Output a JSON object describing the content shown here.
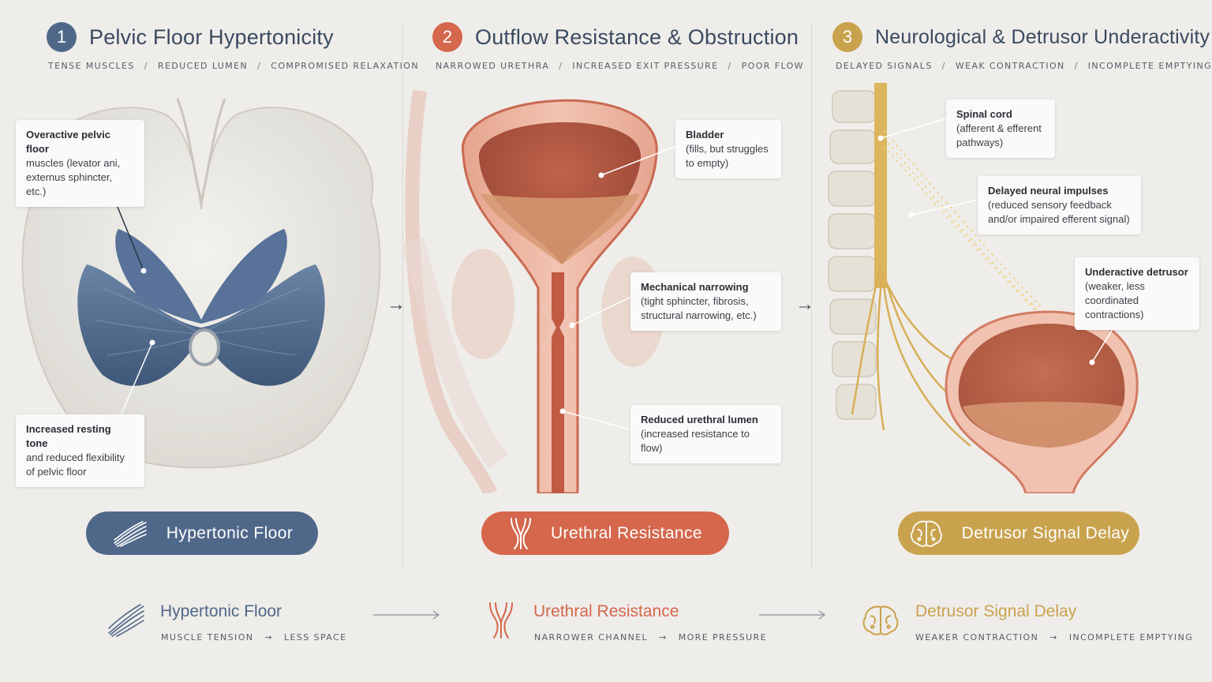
{
  "panels": [
    {
      "number": "1",
      "title": "Pelvic Floor Hypertonicity",
      "subtitle": [
        "TENSE MUSCLES",
        "REDUCED LUMEN",
        "COMPROMISED RELAXATION"
      ],
      "color": "#4f6789",
      "callouts": [
        {
          "bold": "Overactive pelvic floor",
          "text": "muscles (levator ani, externus sphincter, etc.)"
        },
        {
          "bold": "Increased resting tone",
          "text": "and reduced flexibility of pelvic floor"
        }
      ],
      "pill_label": "Hypertonic Floor",
      "icon": "muscle-fibers-icon"
    },
    {
      "number": "2",
      "title": "Outflow Resistance & Obstruction",
      "subtitle": [
        "NARROWED URETHRA",
        "INCREASED EXIT PRESSURE",
        "POOR FLOW"
      ],
      "color": "#d4674c",
      "callouts": [
        {
          "bold": "Bladder",
          "text": "(fills, but struggles to empty)"
        },
        {
          "bold": "Mechanical narrowing",
          "text": "(tight sphincter, fibrosis, structural narrowing, etc.)"
        },
        {
          "bold": "Reduced urethral lumen",
          "text": "(increased resistance to flow)"
        }
      ],
      "pill_label": "Urethral Resistance",
      "icon": "urethra-icon"
    },
    {
      "number": "3",
      "title": "Neurological & Detrusor Underactivity",
      "subtitle": [
        "DELAYED SIGNALS",
        "WEAK CONTRACTION",
        "INCOMPLETE EMPTYING"
      ],
      "color": "#c9a24e",
      "callouts": [
        {
          "bold": "Spinal cord",
          "text": "(afferent & efferent pathways)"
        },
        {
          "bold": "Delayed neural impulses",
          "text": "(reduced sensory feedback and/or impaired efferent signal)"
        },
        {
          "bold": "Underactive detrusor",
          "text": "(weaker, less coordinated contractions)"
        }
      ],
      "pill_label": "Detrusor Signal Delay",
      "icon": "brain-icon"
    }
  ],
  "summary": [
    {
      "title": "Hypertonic Floor",
      "from": "MUSCLE TENSION",
      "to": "LESS SPACE",
      "color": "#4f6789"
    },
    {
      "title": "Urethral Resistance",
      "from": "NARROWER CHANNEL",
      "to": "MORE PRESSURE",
      "color": "#d4674c"
    },
    {
      "title": "Detrusor Signal Delay",
      "from": "WEAKER CONTRACTION",
      "to": "INCOMPLETE EMPTYING",
      "color": "#c9a24e"
    }
  ],
  "flow_arrow": "→",
  "inline_arrow": "→"
}
